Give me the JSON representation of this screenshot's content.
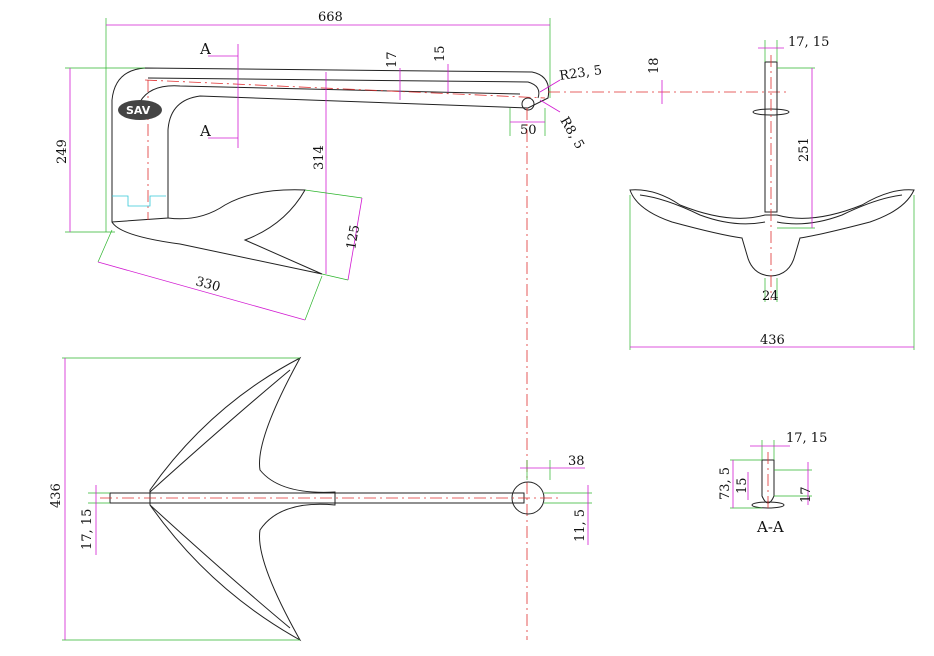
{
  "side_view": {
    "dim_length": "668",
    "dim_height": "249",
    "dim_depth": "314",
    "dim_shank_thick": "17",
    "dim_shank_taper": "15",
    "dim_radius_outer": "R23, 5",
    "dim_radius_inner": "R8, 5",
    "dim_tip": "50",
    "dim_fluke_len": "330",
    "dim_fluke_height": "125",
    "section_mark_top": "A",
    "section_mark_bottom": "A",
    "logo_text": "SAV"
  },
  "front_view": {
    "dim_shank_width": "17, 15",
    "dim_offset": "18",
    "dim_height": "251",
    "dim_keel": "24",
    "dim_span": "436"
  },
  "top_view": {
    "dim_span": "436",
    "dim_shank_width": "17, 15",
    "dim_eye": "38",
    "dim_eye_offset": "11, 5"
  },
  "section_view": {
    "dim_width": "17, 15",
    "dim_total": "73, 5",
    "dim_inner": "15",
    "dim_side": "17",
    "title": "A-A"
  },
  "colors": {
    "dimension_line": "#d21bd2",
    "extension_line": "#2cb52c",
    "center_line": "#e03030",
    "outline": "#222222"
  }
}
